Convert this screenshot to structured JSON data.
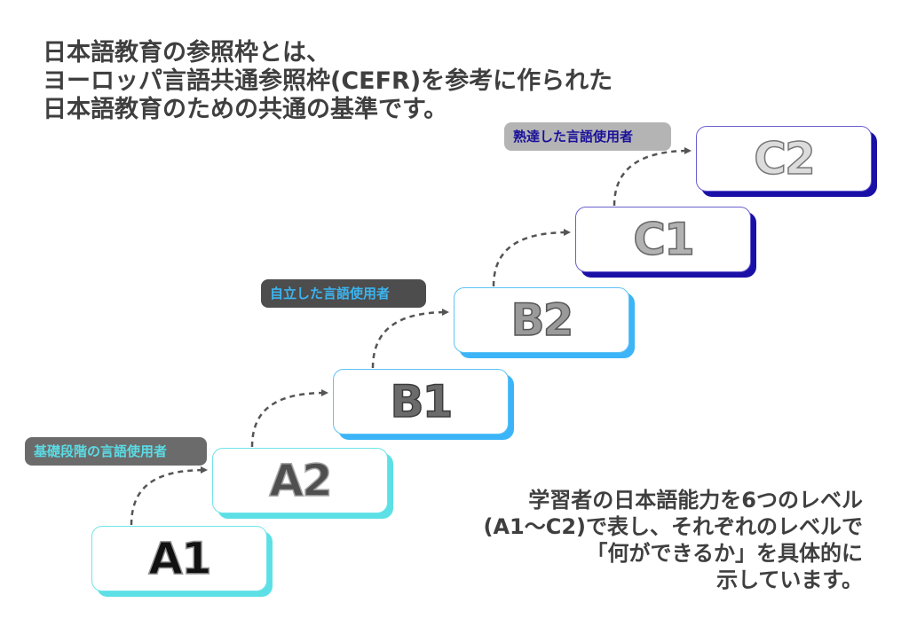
{
  "intro": {
    "lines": [
      "日本語教育の参照枠とは、",
      "ヨーロッパ言語共通参照枠(CEFR)を参考に作られた",
      "日本語教育のための共通の基準です。"
    ]
  },
  "groups": {
    "proficient": {
      "label": "熟達した言語使用者",
      "color": "#1a0fa6"
    },
    "independent": {
      "label": "自立した言語使用者",
      "color": "#3cb4f8"
    },
    "basic": {
      "label": "基礎段階の言語使用者",
      "color": "#5ce0e6"
    }
  },
  "levels": [
    {
      "id": "A1",
      "label": "A1",
      "group": "basic"
    },
    {
      "id": "A2",
      "label": "A2",
      "group": "basic"
    },
    {
      "id": "B1",
      "label": "B1",
      "group": "independent"
    },
    {
      "id": "B2",
      "label": "B2",
      "group": "independent"
    },
    {
      "id": "C1",
      "label": "C1",
      "group": "proficient"
    },
    {
      "id": "C2",
      "label": "C2",
      "group": "proficient"
    }
  ],
  "description": {
    "lines": [
      "学習者の日本語能力を6つのレベル",
      "(A1〜C2)で表し、それぞれのレベルで",
      "「何ができるか」を具体的に",
      "示しています。"
    ]
  }
}
